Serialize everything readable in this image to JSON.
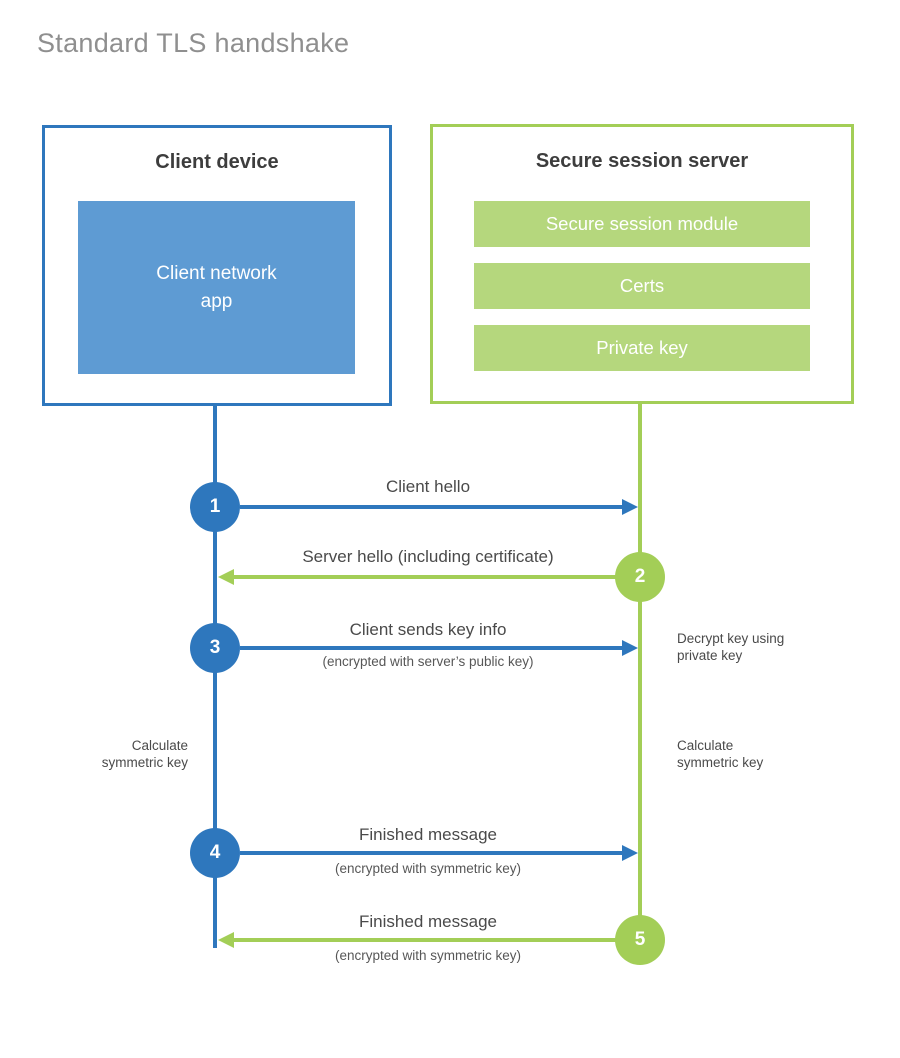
{
  "title": "Standard TLS handshake",
  "colors": {
    "blue_accent": "#2e77bd",
    "blue_fill": "#5e9bd3",
    "green_accent": "#a3ce57",
    "green_fill": "#b5d77d",
    "heading_text": "#3d3d3d",
    "label_text": "#4a4a4a",
    "title_text": "#8f8f8f"
  },
  "client": {
    "title": "Client device",
    "app": "Client network\napp"
  },
  "server": {
    "title": "Secure session server",
    "bars": [
      "Secure session module",
      "Certs",
      "Private key"
    ]
  },
  "steps": [
    {
      "num": "1",
      "label": "Client hello",
      "direction": "right"
    },
    {
      "num": "2",
      "label": "Server hello (including certificate)",
      "direction": "left"
    },
    {
      "num": "3",
      "label": "Client sends key info",
      "sub": "(encrypted with server’s public key)",
      "direction": "right"
    },
    {
      "num": "4",
      "label": "Finished message",
      "sub": "(encrypted with symmetric key)",
      "direction": "right"
    },
    {
      "num": "5",
      "label": "Finished message",
      "sub": "(encrypted with symmetric key)",
      "direction": "left"
    }
  ],
  "notes": {
    "decrypt": "Decrypt key using\nprivate key",
    "calc_left": "Calculate\nsymmetric key",
    "calc_right": "Calculate\nsymmetric key"
  }
}
